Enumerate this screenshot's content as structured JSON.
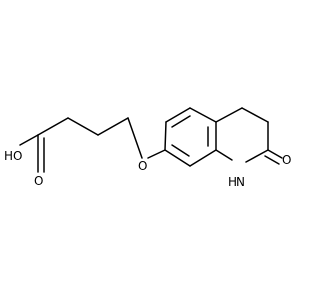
{
  "diagram": {
    "type": "chemical-structure",
    "atom_labels": {
      "hydroxyl": "HO",
      "carbonyl_oxygen_acid": "O",
      "ether_oxygen": "O",
      "amide_nitrogen": "H",
      "amide_nitrogen_n": "N",
      "lactam_oxygen": "O"
    }
  }
}
